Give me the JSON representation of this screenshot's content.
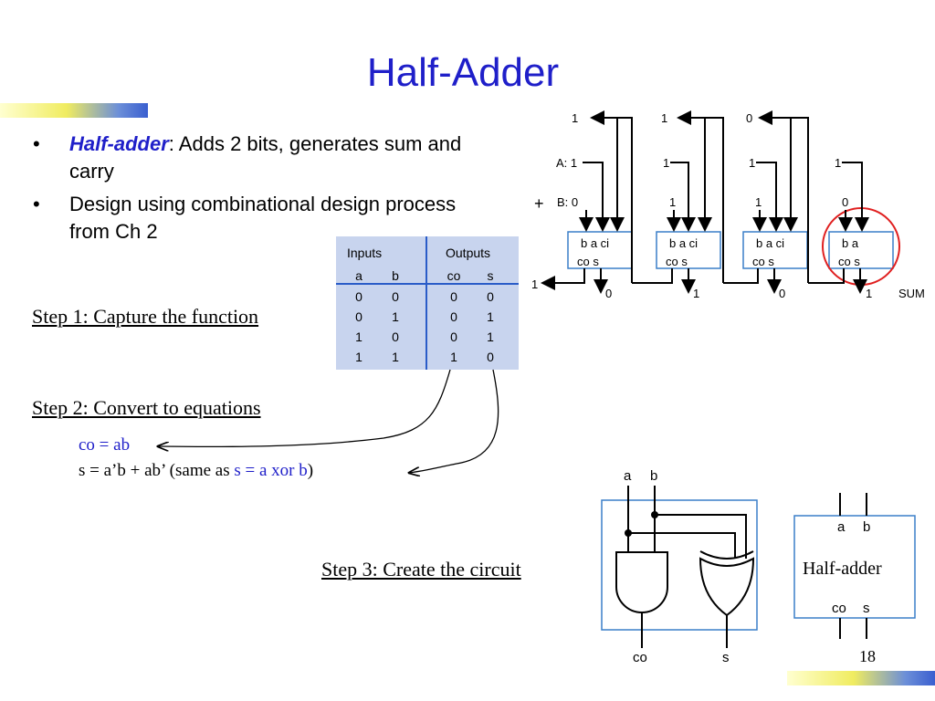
{
  "title": "Half-Adder",
  "bullets": [
    {
      "term": "Half-adder",
      "rest": ": Adds 2 bits, generates sum and carry"
    },
    {
      "term": "",
      "rest": "Design using combinational design process from Ch 2"
    }
  ],
  "bullet_symbol": "•",
  "steps": {
    "step1": "Step 1: Capture the function",
    "step2": "Step 2: Convert to equations",
    "step3": "Step 3: Create the circuit"
  },
  "equations": {
    "co": "co = ab",
    "s_prefix": "s = a’b + ab’  (same as ",
    "s_xor": "s = a xor b",
    "s_suffix": ")"
  },
  "truth_table": {
    "group_inputs": "Inputs",
    "group_outputs": "Outputs",
    "columns": [
      "a",
      "b",
      "co",
      "s"
    ],
    "rows": [
      [
        "0",
        "0",
        "0",
        "0"
      ],
      [
        "0",
        "1",
        "0",
        "1"
      ],
      [
        "1",
        "0",
        "0",
        "1"
      ],
      [
        "1",
        "1",
        "1",
        "0"
      ]
    ]
  },
  "adder_chain": {
    "top_carries": [
      "1",
      "1",
      "0"
    ],
    "a_label": "A: 1",
    "a_bits": [
      "1",
      "1",
      "1"
    ],
    "b_label": "B:  0",
    "b_bits": [
      "1",
      "1",
      "0"
    ],
    "plus": "+",
    "cells": [
      {
        "top": "b  a  ci",
        "bottom": "co  s"
      },
      {
        "top": "b  a  ci",
        "bottom": "co  s"
      },
      {
        "top": "b  a  ci",
        "bottom": "co  s"
      },
      {
        "top": "b  a",
        "bottom": "co  s"
      }
    ],
    "carry_out": "1",
    "sum_bits": [
      "0",
      "1",
      "0",
      "1"
    ],
    "sum_label": "SUM",
    "highlight_color": "#e02020"
  },
  "circuit": {
    "inputs": [
      "a",
      "b"
    ],
    "outputs": [
      "co",
      "s"
    ]
  },
  "block": {
    "inputs": [
      "a",
      "b"
    ],
    "name": "Half-adder",
    "outputs": [
      "co",
      "s"
    ]
  },
  "page_number": "18",
  "colors": {
    "title": "#1f1fc9",
    "table_bg": "#c8d4ee",
    "cell_border": "#2a5cc8"
  }
}
